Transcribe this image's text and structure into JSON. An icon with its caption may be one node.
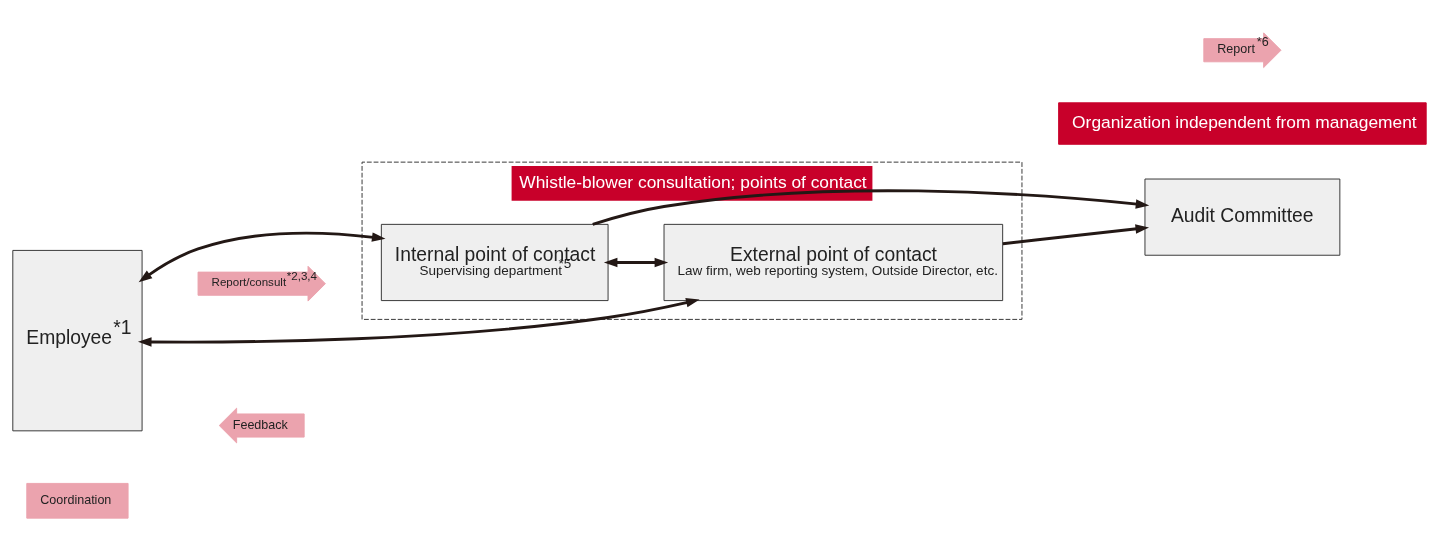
{
  "diagram": {
    "nodes": [
      {
        "text": [
          "Employee$^{*1}$"
        ]
      },
      {
        "text": [
          "Whistle-blower consultation; points of contact"
        ]
      },
      {
        "text": [
          "Internal point of contact",
          "Supervising department$^{*5}$"
        ],
        "in": 1
      },
      {
        "text": [
          "External point of contact",
          "Law firm, web reporting system, Outside Director, etc."
        ],
        "in": 1
      },
      {
        "text": [
          "Organization independent from management"
        ]
      },
      {
        "text": [
          "Audit Committee"
        ]
      },
      {
        "text": [
          "Report/consult$^{*2,3,4}$"
        ]
      },
      {
        "text": [
          "Feedback"
        ]
      },
      {
        "text": [
          "Coordination"
        ]
      },
      {
        "text": [
          "Report$^{*6}$"
        ]
      }
    ],
    "edges": [
      {
        "from": 0,
        "to": 2,
        "arrow": "both"
      },
      {
        "from": 0,
        "to": 3,
        "arrow": "both"
      },
      {
        "from": 2,
        "to": 3,
        "arrow": "both"
      },
      {
        "from": 2,
        "to": 5,
        "arrow": "to"
      },
      {
        "from": 3,
        "to": 5,
        "arrow": "to"
      }
    ]
  }
}
